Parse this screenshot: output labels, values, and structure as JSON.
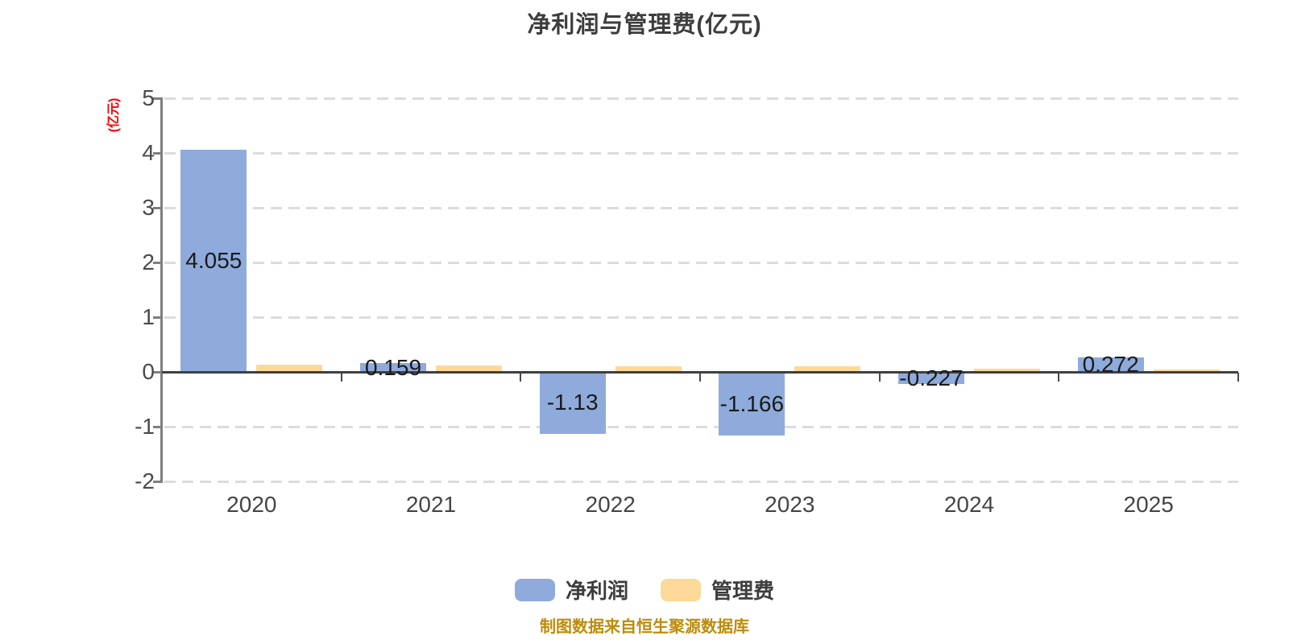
{
  "title": "净利润与管理费(亿元)",
  "y_axis": {
    "unit_label": "(亿元)",
    "unit_label_color": "#ff0000",
    "ticks": [
      5,
      4,
      3,
      2,
      1,
      0,
      -1,
      -2
    ]
  },
  "chart_data": {
    "type": "bar",
    "title": "净利润与管理费(亿元)",
    "ylabel": "(亿元)",
    "ylim": [
      -2,
      5
    ],
    "grid": "horizontal-dashed",
    "legend_position": "bottom-center",
    "categories": [
      "2020",
      "2021",
      "2022",
      "2023",
      "2024",
      "2025"
    ],
    "series": [
      {
        "name": "净利润",
        "color": "#8EABDB",
        "values": [
          4.055,
          0.159,
          -1.13,
          -1.166,
          -0.227,
          0.272
        ],
        "data_labels": [
          "4.055",
          "0.159",
          "-1.13",
          "-1.166",
          "-0.227",
          "0.272"
        ]
      },
      {
        "name": "管理费",
        "color": "#FCD999",
        "values": [
          0.13,
          0.12,
          0.11,
          0.1,
          0.055,
          0.045
        ]
      }
    ]
  },
  "legend": [
    {
      "label": "净利润",
      "color": "#8EABDB"
    },
    {
      "label": "管理费",
      "color": "#FCD999"
    }
  ],
  "footer": {
    "text": "制图数据来自恒生聚源数据库",
    "color": "#BE8C0A"
  },
  "colors": {
    "grid": "#DCDCDC",
    "y_axis_line": "#7F7F7F",
    "zero_line": "#3F3F3F",
    "tick_text": "#4A4A4A",
    "value_label": "#1A1A1A",
    "title_text": "#3D3D3D"
  }
}
